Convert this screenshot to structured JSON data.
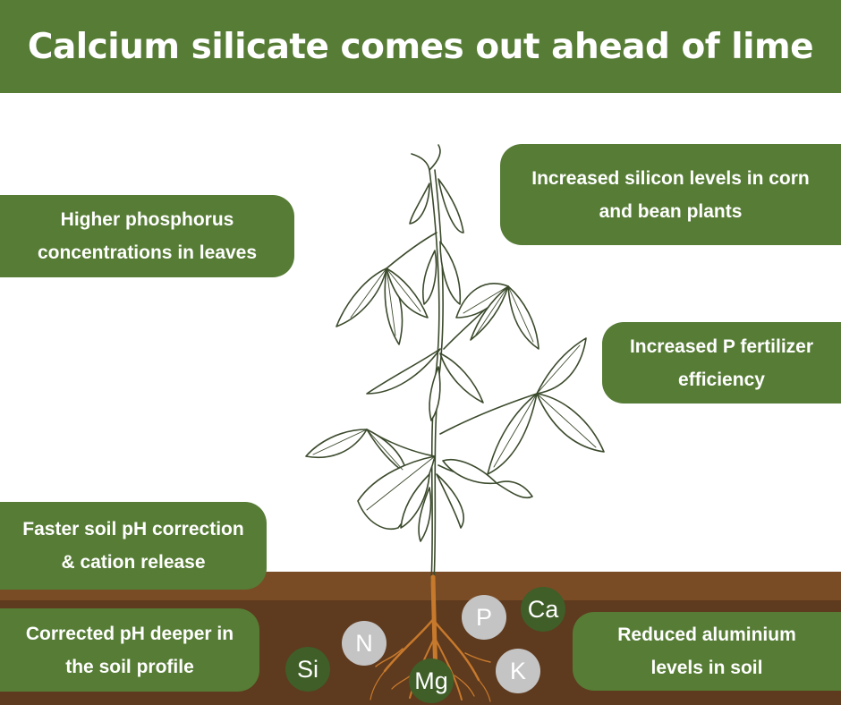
{
  "title": "Calcium silicate comes out ahead of lime",
  "benefits": {
    "phosphorus_leaves": "Higher phosphorus\nconcentrations in leaves",
    "silicon_levels": "Increased silicon levels in corn\nand bean plants",
    "p_fertilizer": "Increased P fertilizer\nefficiency",
    "soil_ph": "Faster soil pH correction\n& cation release",
    "deeper_ph": "Corrected pH deeper in\nthe soil profile",
    "aluminium": "Reduced aluminium\nlevels in soil"
  },
  "nutrients": {
    "si": "Si",
    "n": "N",
    "mg": "Mg",
    "p": "P",
    "ca": "Ca",
    "k": "K"
  },
  "colors": {
    "brand_green": "#567c35",
    "dark_green_circle": "#3f5e28",
    "grey_circle": "#c4c4c4",
    "soil_top": "#7a4c26",
    "soil_bottom": "#5e3a1e",
    "root": "#c7792c",
    "plant_outline": "#3b4a2c"
  }
}
